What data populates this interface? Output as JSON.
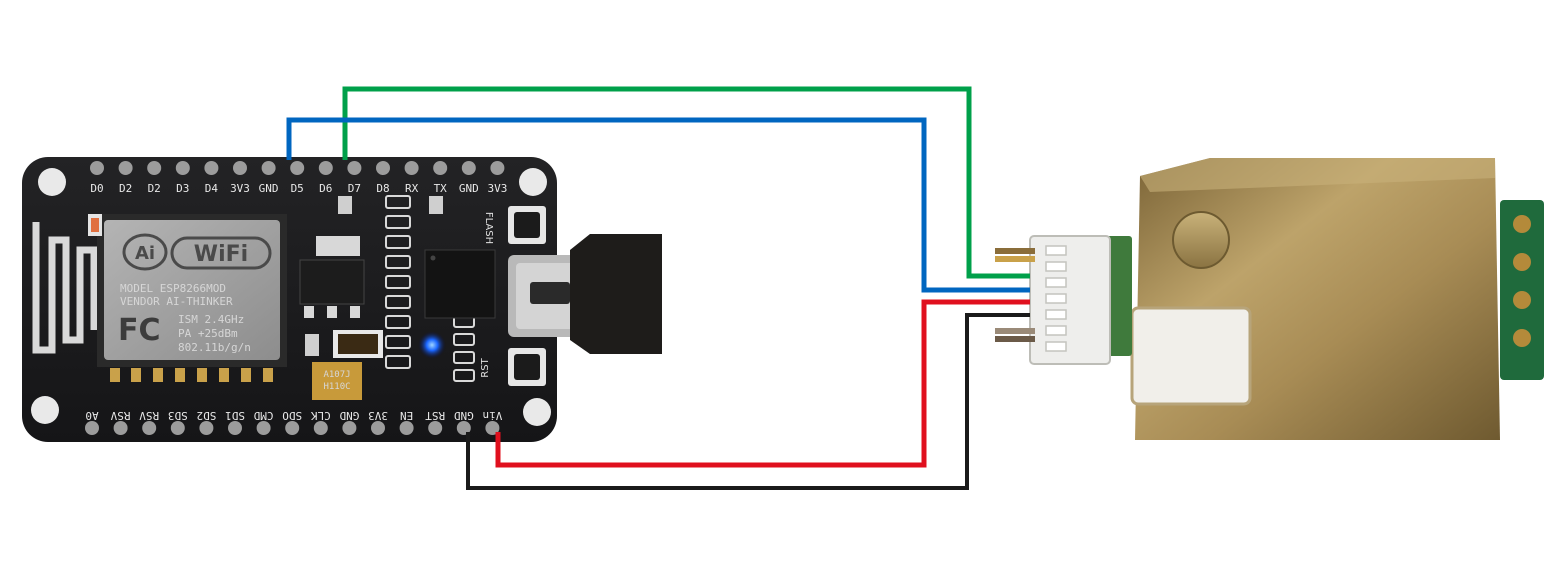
{
  "board": {
    "top_pins": [
      "D0",
      "D2",
      "D2",
      "D3",
      "D4",
      "3V3",
      "GND",
      "D5",
      "D6",
      "D7",
      "D8",
      "RX",
      "TX",
      "GND",
      "3V3"
    ],
    "bottom_pins": [
      "A0",
      "RSV",
      "RSV",
      "SD3",
      "SD2",
      "SD1",
      "CMD",
      "SDO",
      "CLK",
      "GND",
      "3V3",
      "EN",
      "RST",
      "GND",
      "Vin"
    ],
    "module": {
      "wifi_text": "WiFi",
      "ai_text": "Ai",
      "fc_text": "FC",
      "model_line": "MODEL   ESP8266MOD",
      "vendor_line": "VENDOR  AI-THINKER",
      "ism_line": "ISM  2.4GHz",
      "pa_line": "PA   +25dBm",
      "proto_line": "802.11b/g/n"
    },
    "flash_label": "FLASH",
    "rst_label": "RST",
    "cap_top": "A107J",
    "cap_bottom": "H110C"
  },
  "wires": [
    {
      "color": "#00a04a",
      "from": "D7",
      "to": "sensor-pin-1"
    },
    {
      "color": "#0066c0",
      "from": "D5",
      "to": "sensor-pin-2"
    },
    {
      "color": "#e0101e",
      "from": "Vin",
      "to": "sensor-pin-3"
    },
    {
      "color": "#1a1a1a",
      "from": "GND",
      "to": "sensor-pin-4"
    }
  ]
}
